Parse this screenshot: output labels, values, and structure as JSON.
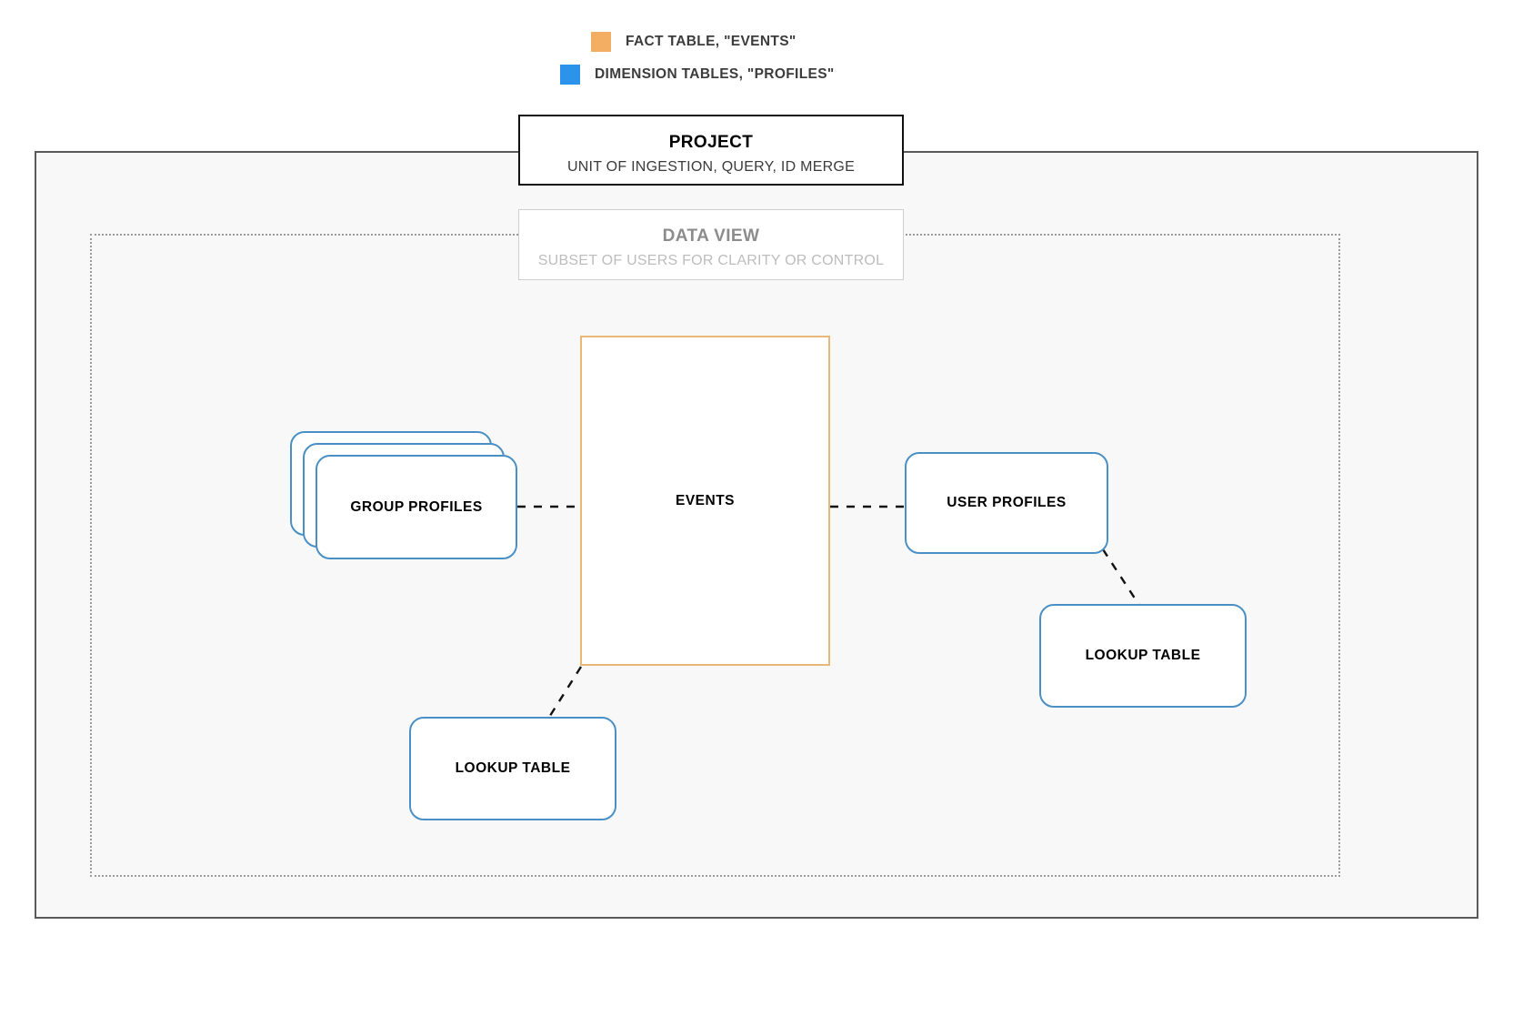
{
  "legend": {
    "items": [
      {
        "label": "FACT TABLE, \"EVENTS\"",
        "color": "#f3ae63",
        "icon": "orange-square-swatch"
      },
      {
        "label": "DIMENSION TABLES, \"PROFILES\"",
        "color": "#2c93eb",
        "icon": "blue-square-swatch"
      }
    ]
  },
  "project": {
    "title": "PROJECT",
    "subtitle": "UNIT OF INGESTION, QUERY, ID MERGE",
    "border_color": "#111111"
  },
  "data_view": {
    "title": "DATA VIEW",
    "subtitle": "SUBSET OF USERS FOR CLARITY OR CONTROL",
    "border_color": "#cfcfcf",
    "text_color": "#8c8c8c"
  },
  "fact_table": {
    "label": "EVENTS",
    "border_color": "#e9b877"
  },
  "dimension_tables": {
    "border_color": "#4a90c4",
    "group_profiles": {
      "label": "GROUP PROFILES",
      "stacked": true
    },
    "user_profiles": {
      "label": "USER PROFILES",
      "stacked": false
    },
    "lookup_table_left": {
      "label": "LOOKUP TABLE",
      "stacked": false
    },
    "lookup_table_right": {
      "label": "LOOKUP TABLE",
      "stacked": false
    }
  },
  "connections": [
    {
      "from": "GROUP PROFILES",
      "to": "EVENTS",
      "style": "dashed"
    },
    {
      "from": "EVENTS",
      "to": "USER PROFILES",
      "style": "dashed"
    },
    {
      "from": "USER PROFILES",
      "to": "LOOKUP TABLE",
      "style": "dashed"
    },
    {
      "from": "EVENTS",
      "to": "LOOKUP TABLE",
      "style": "dashed"
    }
  ],
  "canvas": {
    "background": "#ffffff",
    "frame_background": "#f8f8f8"
  }
}
